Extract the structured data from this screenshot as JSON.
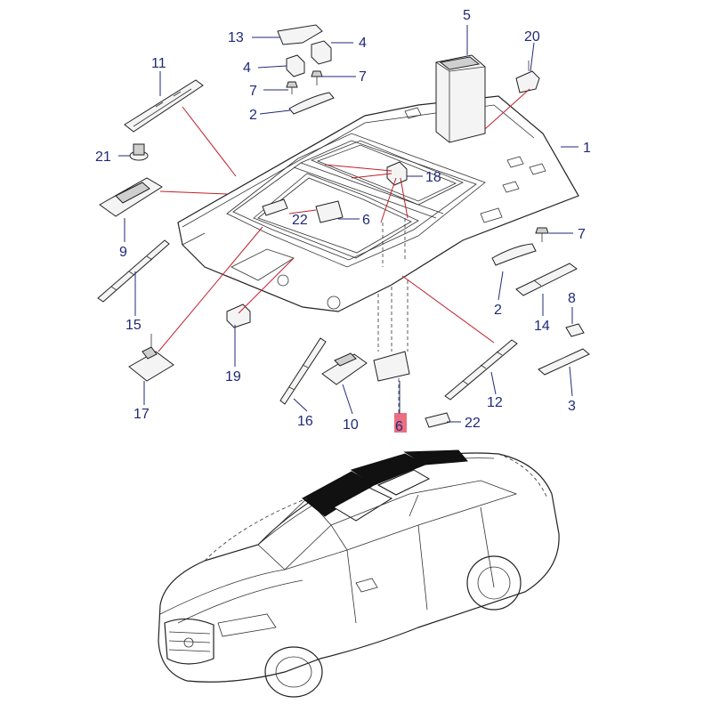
{
  "colors": {
    "callout": "#1f2a7a",
    "leader_red": "#c0202a",
    "highlight_box": "#e8556a",
    "line": "#222222"
  },
  "callouts": [
    {
      "id": "c1",
      "label": "1"
    },
    {
      "id": "c2a",
      "label": "2"
    },
    {
      "id": "c2b",
      "label": "2"
    },
    {
      "id": "c3",
      "label": "3"
    },
    {
      "id": "c4a",
      "label": "4"
    },
    {
      "id": "c4b",
      "label": "4"
    },
    {
      "id": "c5",
      "label": "5"
    },
    {
      "id": "c6a",
      "label": "6"
    },
    {
      "id": "c6b",
      "label": "6"
    },
    {
      "id": "c7a",
      "label": "7"
    },
    {
      "id": "c7b",
      "label": "7"
    },
    {
      "id": "c7c",
      "label": "7"
    },
    {
      "id": "c8",
      "label": "8"
    },
    {
      "id": "c9",
      "label": "9"
    },
    {
      "id": "c10",
      "label": "10"
    },
    {
      "id": "c11",
      "label": "11"
    },
    {
      "id": "c12",
      "label": "12"
    },
    {
      "id": "c13",
      "label": "13"
    },
    {
      "id": "c14",
      "label": "14"
    },
    {
      "id": "c15",
      "label": "15"
    },
    {
      "id": "c16",
      "label": "16"
    },
    {
      "id": "c17",
      "label": "17"
    },
    {
      "id": "c18",
      "label": "18"
    },
    {
      "id": "c19",
      "label": "19"
    },
    {
      "id": "c20",
      "label": "20"
    },
    {
      "id": "c21",
      "label": "21"
    },
    {
      "id": "c22a",
      "label": "22"
    },
    {
      "id": "c22b",
      "label": "22"
    }
  ]
}
